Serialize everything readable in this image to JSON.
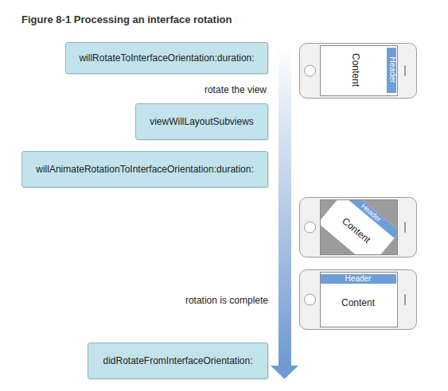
{
  "diagram": {
    "title": "Figure 8-1  Processing an interface rotation",
    "nodes": [
      {
        "text": [
          "willRotateToInterfaceOrientation:duration:"
        ]
      },
      {
        "text": [
          "viewWillLayoutSubviews"
        ]
      },
      {
        "text": [
          "willAnimateRotationToInterfaceOrientation:duration:"
        ]
      },
      {
        "text": [
          "didRotateFromInterfaceOrientation:"
        ]
      }
    ],
    "labels": [
      "Content",
      "Header",
      "rotate the view",
      "Header",
      "Content",
      "Header",
      "Content",
      "rotation is complete"
    ]
  }
}
